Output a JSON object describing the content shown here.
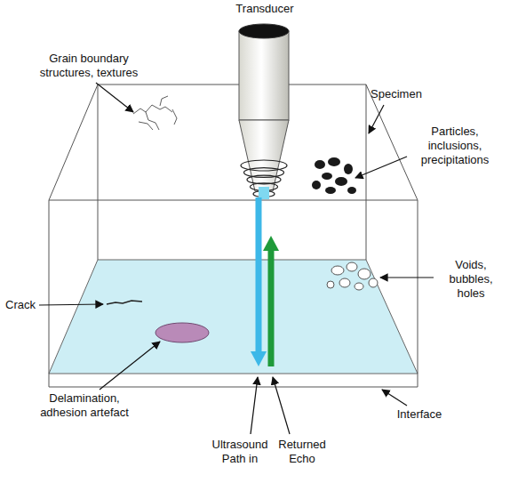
{
  "diagram": {
    "labels": [
      "Transducer",
      "Grain boundary structures, textures",
      "Specimen",
      "Particles, inclusions, precipitations",
      "Crack",
      "Voids, bubbles, holes",
      "Delamination, adhesion artefact",
      "Interface",
      "Ultrasound Path in",
      "Returned Echo"
    ]
  }
}
